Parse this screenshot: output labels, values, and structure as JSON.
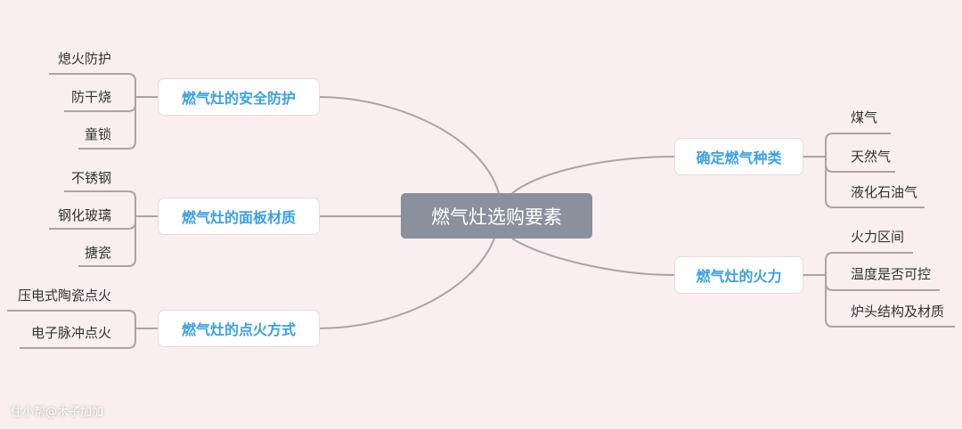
{
  "center": "燃气灶选购要素",
  "branches": [
    {
      "label": "燃气灶的安全防护",
      "leaves": [
        "熄火防护",
        "防干烧",
        "童锁"
      ]
    },
    {
      "label": "燃气灶的面板材质",
      "leaves": [
        "不锈钢",
        "钢化玻璃",
        "搪瓷"
      ]
    },
    {
      "label": "燃气灶的点火方式",
      "leaves": [
        "压电式陶瓷点火",
        "电子脉冲点火"
      ]
    },
    {
      "label": "确定燃气种类",
      "leaves": [
        "煤气",
        "天然气",
        "液化石油气"
      ]
    },
    {
      "label": "燃气灶的火力",
      "leaves": [
        "火力区间",
        "温度是否可控",
        "炉头结构及材质"
      ]
    }
  ],
  "watermark": "住小帮@木子加加",
  "colors": {
    "background": "#f8efee",
    "center": "#8a919c",
    "branch_text": "#3aa0e8",
    "line": "#aaa3a8"
  }
}
